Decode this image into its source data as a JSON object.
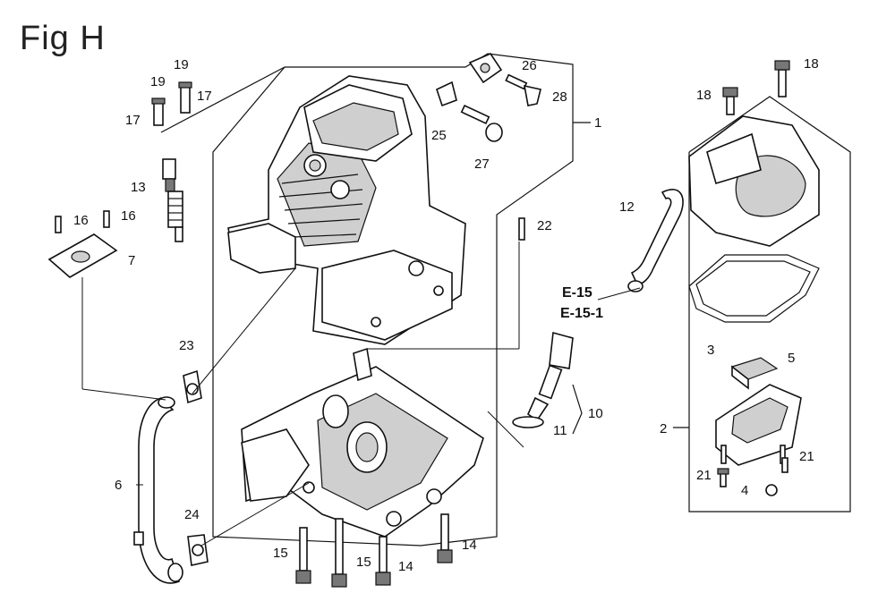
{
  "title": "Fig H",
  "labels": {
    "l1": "1",
    "l2": "2",
    "l3": "3",
    "l4": "4",
    "l5": "5",
    "l6": "6",
    "l7": "7",
    "l10": "10",
    "l11": "11",
    "l12": "12",
    "l13": "13",
    "l14a": "14",
    "l14b": "14",
    "l15a": "15",
    "l15b": "15",
    "l16a": "16",
    "l16b": "16",
    "l17a": "17",
    "l17b": "17",
    "l18a": "18",
    "l18b": "18",
    "l19a": "19",
    "l19b": "19",
    "l21a": "21",
    "l21b": "21",
    "l22": "22",
    "l23": "23",
    "l24": "24",
    "l25": "25",
    "l26": "26",
    "l27": "27",
    "l28": "28"
  },
  "references": {
    "ref1": "E-15",
    "ref2": "E-15-1"
  }
}
